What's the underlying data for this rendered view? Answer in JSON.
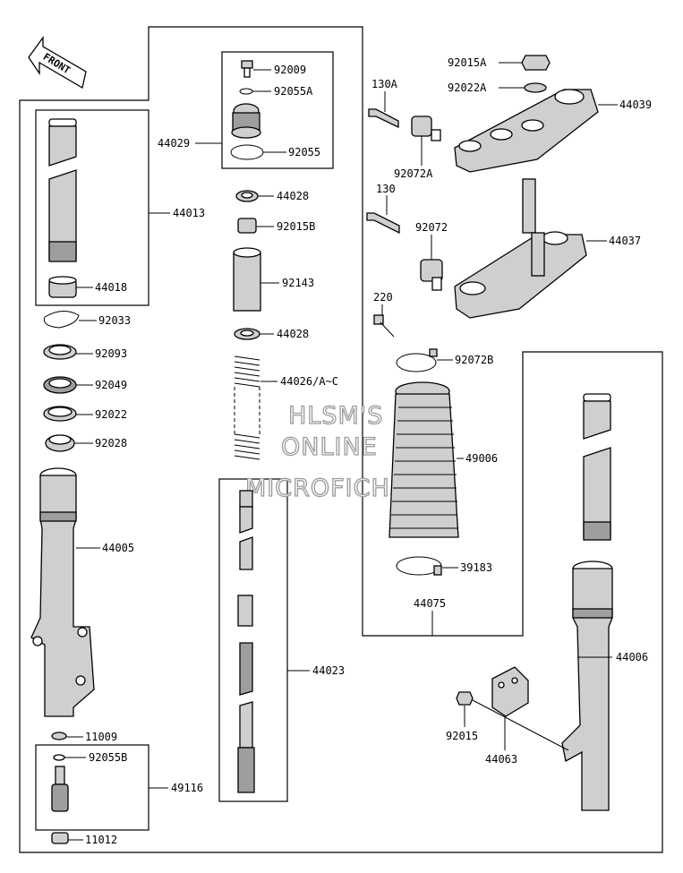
{
  "front_label": "FRONT",
  "watermark": [
    "HLSM'S",
    "ONLINE",
    "MICROFICHE"
  ],
  "parts": {
    "p92009": "92009",
    "p92055A": "92055A",
    "p44029": "44029",
    "p92055": "92055",
    "p44028a": "44028",
    "p44013": "44013",
    "p92015B": "92015B",
    "p92143": "92143",
    "p44018": "44018",
    "p92033": "92033",
    "p44028b": "44028",
    "p92093": "92093",
    "p44026": "44026/A~C",
    "p92049": "92049",
    "p92022": "92022",
    "p92028": "92028",
    "p44005": "44005",
    "p44023": "44023",
    "p11009": "11009",
    "p92055B": "92055B",
    "p49116": "49116",
    "p11012": "11012",
    "p92015A": "92015A",
    "p92022A": "92022A",
    "p130A": "130A",
    "p44039": "44039",
    "p92072A": "92072A",
    "p130": "130",
    "p92072": "92072",
    "p44037": "44037",
    "p220": "220",
    "p92072B": "92072B",
    "p49006": "49006",
    "p39183": "39183",
    "p44075": "44075",
    "p44006": "44006",
    "p92015": "92015",
    "p44063": "44063"
  },
  "colors": {
    "line": "#000000",
    "part_fill": "#cfcfcf",
    "watermark": "#9a9a9a"
  }
}
